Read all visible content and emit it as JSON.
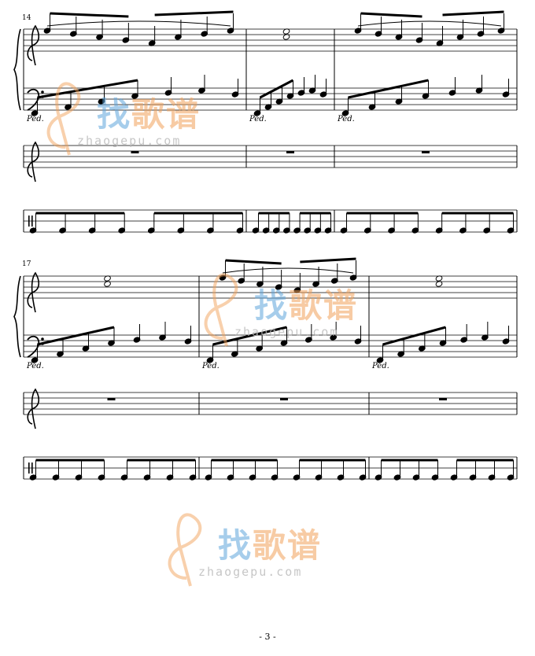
{
  "page": {
    "number_label": "- 3 -"
  },
  "systems": [
    {
      "start_measure_label": "14"
    },
    {
      "start_measure_label": "17"
    }
  ],
  "score": {
    "pedal_mark": "Ped.",
    "rest_symbol": "rest",
    "instruments": [
      "piano-right-hand",
      "piano-left-hand",
      "treble-staff",
      "percussion-staff"
    ]
  },
  "watermark": {
    "text_chars": [
      "找",
      "歌",
      "谱"
    ],
    "url": "zhaogepu.com",
    "colors": {
      "blue": "#5fa6dc",
      "orange": "#f2a25a",
      "gray": "#b9b9b9"
    }
  }
}
